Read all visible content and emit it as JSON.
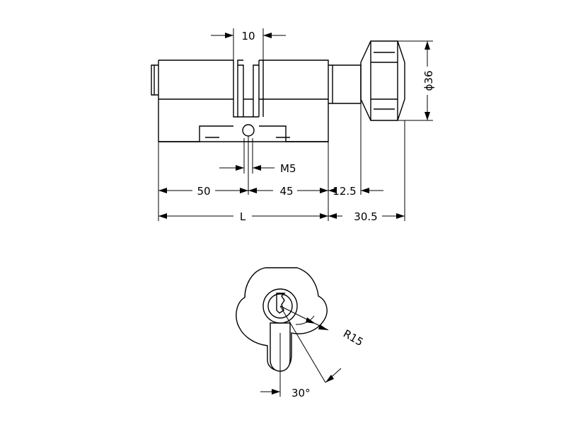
{
  "drawing": {
    "type": "technical-drawing",
    "subject": "euro profile cylinder with thumb turn",
    "line_color": "#000000",
    "background": "#ffffff"
  },
  "dimensions": {
    "cam_width": "10",
    "screw_thread": "M5",
    "left_length": "50",
    "right_length": "45",
    "knob_collar": "12.5",
    "total_length": "L",
    "knob_length": "30.5",
    "knob_diameter": "ϕ36",
    "cam_radius": "R15",
    "cam_angle": "30°"
  }
}
